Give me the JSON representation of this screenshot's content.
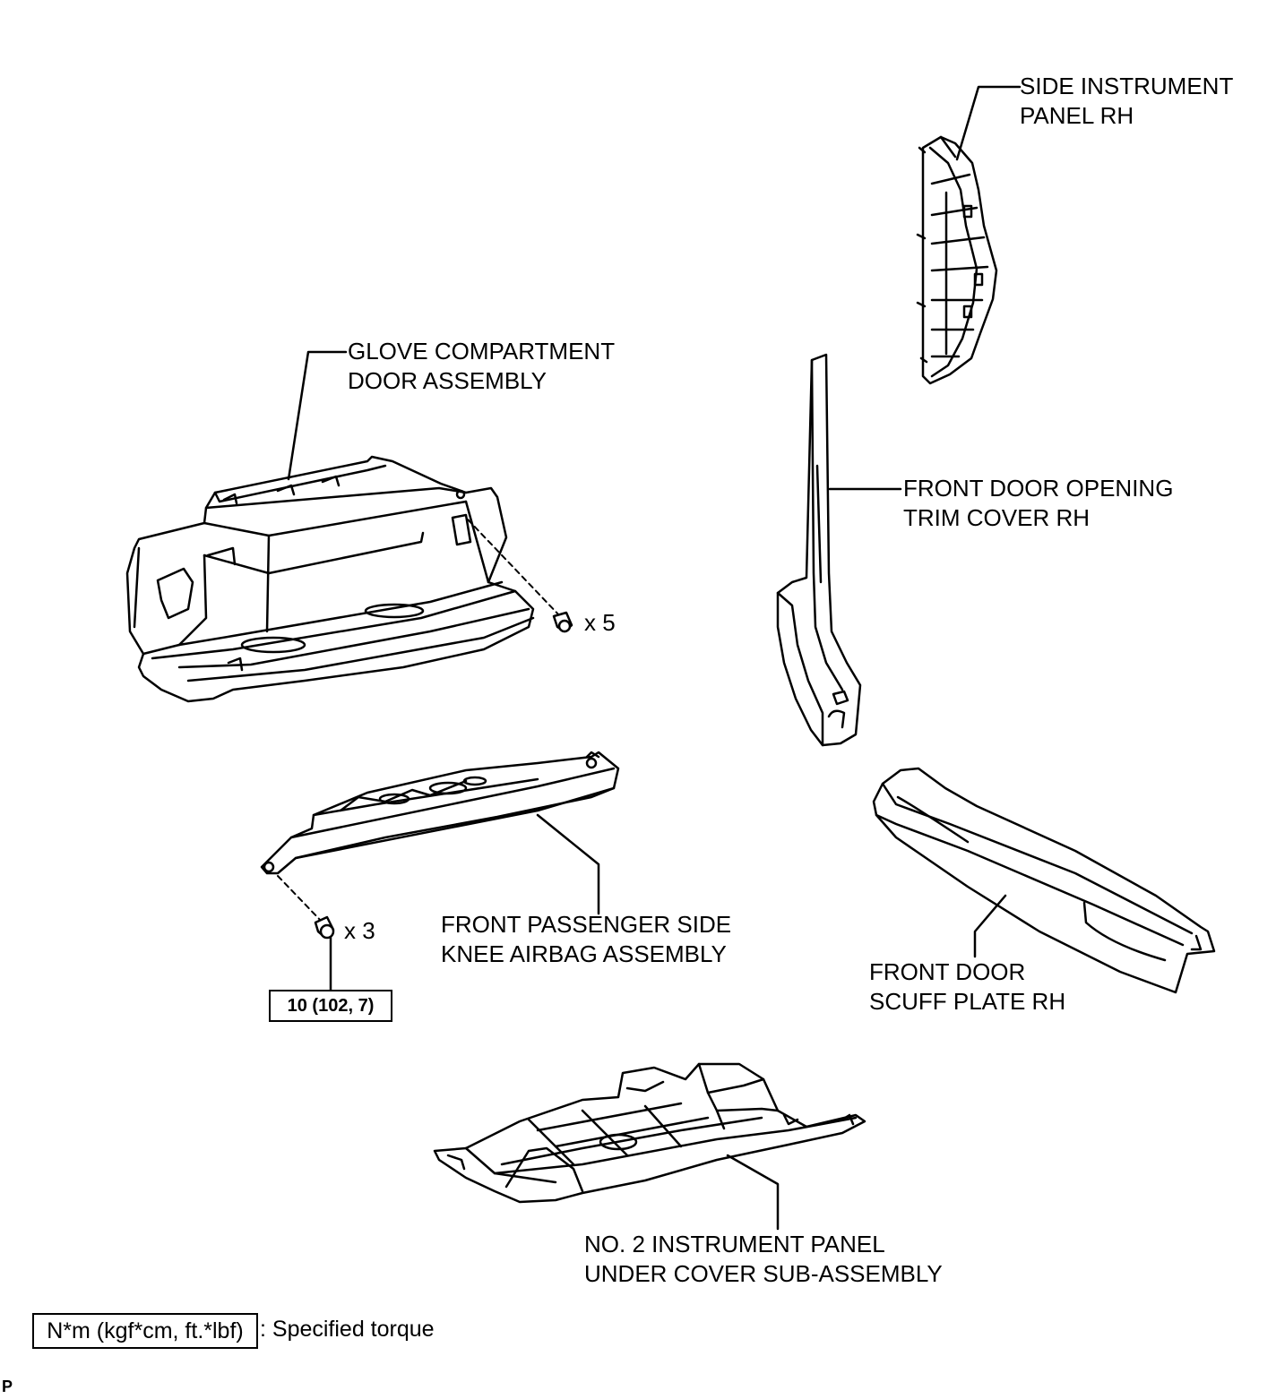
{
  "parts": {
    "side_instrument_panel": [
      "SIDE INSTRUMENT",
      "PANEL RH"
    ],
    "glove_compartment": [
      "GLOVE COMPARTMENT",
      "DOOR ASSEMBLY"
    ],
    "front_door_opening_trim": [
      "FRONT DOOR OPENING",
      "TRIM COVER RH"
    ],
    "knee_airbag": [
      "FRONT PASSENGER SIDE",
      "KNEE AIRBAG ASSEMBLY"
    ],
    "front_door_scuff_plate": [
      "FRONT DOOR",
      "SCUFF PLATE RH"
    ],
    "under_cover": [
      "NO. 2 INSTRUMENT PANEL",
      "UNDER COVER SUB-ASSEMBLY"
    ]
  },
  "fasteners": {
    "glove_screws_qty": "x 5",
    "airbag_bolts_qty": "x 3"
  },
  "torque_value": "10 (102, 7)",
  "legend": {
    "box_text": "N*m (kgf*cm, ft.*lbf)",
    "description": ": Specified torque"
  },
  "corner_mark": "P"
}
